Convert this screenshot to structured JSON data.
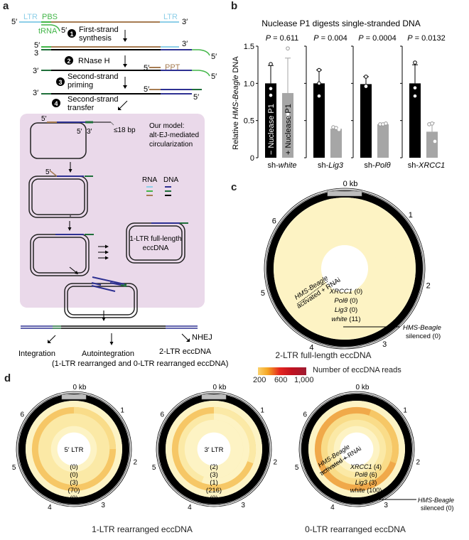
{
  "panels": {
    "a": {
      "letter": "a",
      "labels": {
        "ltr_left": "LTR",
        "pbs": "PBS",
        "ltr_right": "LTR",
        "five_prime": "5′",
        "three_prime": "3′",
        "three_plain": "3",
        "trna": "tRNA",
        "ppt": "PPT",
        "step1_num": "1",
        "step1": [
          "First-strand",
          "synthesis"
        ],
        "step2_num": "2",
        "step2": "RNase H",
        "step3_num": "3",
        "step3": [
          "Second-strand",
          "priming"
        ],
        "step4_num": "4",
        "step4": [
          "Second-strand",
          "transfer"
        ],
        "model": [
          "Our model:",
          "alt-EJ-mediated",
          "circularization"
        ],
        "bp": "≤18 bp",
        "legend_rna": "RNA",
        "legend_dna": "DNA",
        "product": [
          "1-LTR full-length",
          "eccDNA"
        ],
        "nhej": "NHEJ",
        "integration": "Integration",
        "autointegration": "Autointegration",
        "two_ltr": "2-LTR eccDNA",
        "rearranged": "(1-LTR rearranged and 0-LTR rearranged eccDNA)"
      },
      "colors": {
        "ltr_rna": "#8ecfe8",
        "pbs_rna": "#43b649",
        "ppt_rna": "#a67c52",
        "ltr_dna": "#2e3192",
        "pbs_dna": "#1f6f3a",
        "body_dna": "#000000",
        "box_bg": "#ead9ea"
      }
    },
    "b": {
      "letter": "b"
    },
    "c": {
      "letter": "c",
      "zero_kb": "0 kb",
      "ticks": [
        "1",
        "2",
        "3",
        "4",
        "5",
        "6"
      ],
      "activated_label": [
        "HMS-Beagle",
        "activated + RNAi"
      ],
      "rings": [
        {
          "name": "XRCC1",
          "count": "(0)"
        },
        {
          "name": "Polθ",
          "count": "(0)"
        },
        {
          "name": "Lig3",
          "count": "(0)"
        },
        {
          "name": "white",
          "count": "(11)"
        }
      ],
      "silenced": [
        "HMS-Beagle",
        "silenced (0)"
      ],
      "caption": "2-LTR full-length eccDNA"
    },
    "colorbar": {
      "title": "Number of eccDNA reads",
      "ticks": [
        "200",
        "600",
        "1,000"
      ],
      "colors": [
        "#fbd26e",
        "#f5a623",
        "#e52620",
        "#c1121f",
        "#9e1b32"
      ]
    },
    "d": {
      "letter": "d",
      "caption_1ltr": "1-LTR rearranged eccDNA",
      "caption_0ltr": "0-LTR rearranged eccDNA",
      "circle_5ltr": {
        "center": "5′ LTR",
        "zero_kb": "0 kb",
        "counts": [
          "(0)",
          "(0)",
          "(3)",
          "(70)",
          "(0)"
        ]
      },
      "circle_3ltr": {
        "center": "3′ LTR",
        "zero_kb": "0 kb",
        "counts": [
          "(2)",
          "(3)",
          "(1)",
          "(216)",
          "(0)"
        ]
      },
      "circle_0ltr": {
        "zero_kb": "0 kb",
        "activated_label": [
          "HMS-Beagle",
          "activated + RNAi"
        ],
        "rings": [
          {
            "name": "XRCC1",
            "count": "(4)"
          },
          {
            "name": "Polθ",
            "count": "(6)"
          },
          {
            "name": "Lig3",
            "count": "(3)"
          },
          {
            "name": "white",
            "count": "(100)"
          }
        ],
        "silenced": [
          "HMS-Beagle",
          "silenced (0)"
        ]
      },
      "ticks": [
        "1",
        "2",
        "3",
        "4",
        "5",
        "6"
      ]
    }
  },
  "chart_data": {
    "type": "bar",
    "title": "Nuclease P1 digests single-stranded DNA",
    "ylabel": "Relative HMS-Beagle DNA",
    "ylim": [
      0,
      1.5
    ],
    "yticks": [
      "0",
      "0.5",
      "1.0",
      "1.5"
    ],
    "bar_labels": [
      "− Nuclease P1",
      "+ Nuclease P1"
    ],
    "groups": [
      {
        "label_prefix": "sh-",
        "label_italic": "white",
        "p": "P = 0.611",
        "minus": {
          "mean": 1.0,
          "err": 0.24,
          "points": [
            1.26,
            0.93,
            0.84
          ]
        },
        "plus": {
          "mean": 0.87,
          "err": 0.47,
          "points": [
            1.47,
            0.59,
            0.55
          ]
        }
      },
      {
        "label_prefix": "sh-",
        "label_italic": "Lig3",
        "p": "P = 0.004",
        "minus": {
          "mean": 1.0,
          "err": 0.18,
          "points": [
            1.18,
            1.0,
            0.83
          ]
        },
        "plus": {
          "mean": 0.39,
          "err": 0.0,
          "points": [
            0.41,
            0.4,
            0.38
          ]
        }
      },
      {
        "label_prefix": "sh-",
        "label_italic": "Polθ",
        "p": "P = 0.0004",
        "minus": {
          "mean": 0.99,
          "err": 0.1,
          "points": [
            1.09,
            0.96,
            0.96
          ]
        },
        "plus": {
          "mean": 0.45,
          "err": 0.0,
          "points": [
            0.45,
            0.45,
            0.46
          ]
        }
      },
      {
        "label_prefix": "sh-",
        "label_italic": "XRCC1",
        "p": "P = 0.0132",
        "minus": {
          "mean": 1.0,
          "err": 0.25,
          "points": [
            1.28,
            0.94,
            0.83
          ]
        },
        "plus": {
          "mean": 0.35,
          "err": 0.12,
          "points": [
            0.45,
            0.46,
            0.22
          ]
        }
      }
    ],
    "colors": {
      "minus": "#000000",
      "plus": "#a6a6a6"
    }
  }
}
